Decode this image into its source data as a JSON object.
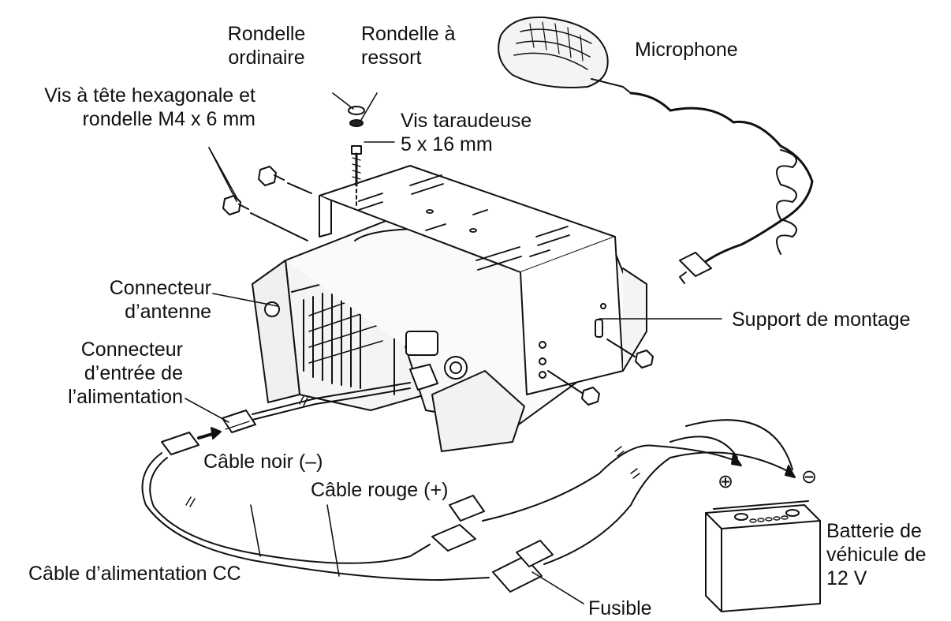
{
  "labels": {
    "rondelle_ordinaire": [
      "Rondelle",
      "ordinaire"
    ],
    "rondelle_ressort": [
      "Rondelle à",
      "ressort"
    ],
    "microphone": "Microphone",
    "vis_hex": [
      "Vis à tête hexagonale et",
      "rondelle M4 x 6 mm"
    ],
    "vis_taraudeuse": [
      "Vis taraudeuse",
      "5 x 16 mm"
    ],
    "connecteur_antenne": [
      "Connecteur",
      "d’antenne"
    ],
    "support_montage": "Support de montage",
    "connecteur_alim": [
      "Connecteur",
      "d’entrée de",
      "l’alimentation"
    ],
    "cable_noir": "Câble noir (–)",
    "cable_rouge": "Câble rouge (+)",
    "cable_cc": "Câble d’alimentation CC",
    "batterie": [
      "Batterie de",
      "véhicule de",
      "12 V"
    ],
    "fusible": "Fusible",
    "plus_sign": "⊕",
    "minus_sign": "⊖"
  },
  "colors": {
    "ink": "#111111",
    "fill": "#f2f2f2",
    "shade": "#cfcfcf"
  }
}
